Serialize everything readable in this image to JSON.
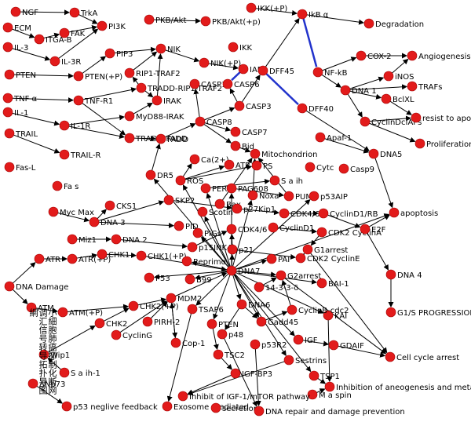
{
  "nodes": [
    {
      "id": "NGF",
      "label": "NGF"
    },
    {
      "id": "TrkA",
      "label": "TrkA"
    },
    {
      "id": "PI3K",
      "label": "PI3K"
    },
    {
      "id": "ECM",
      "label": "ECM"
    },
    {
      "id": "ITGAB",
      "label": "ITGA-B"
    },
    {
      "id": "FAK",
      "label": "FAK"
    },
    {
      "id": "IL3",
      "label": "IL-3"
    },
    {
      "id": "IL3R",
      "label": "IL-3R"
    },
    {
      "id": "PTEN1",
      "label": "PTEN"
    },
    {
      "id": "PTENP",
      "label": "PTEN(+P)"
    },
    {
      "id": "PKB",
      "label": "PKB/Akt"
    },
    {
      "id": "PKBP",
      "label": "PKB/Akt(+p)"
    },
    {
      "id": "PIP3",
      "label": "PIP3"
    },
    {
      "id": "NIK",
      "label": "NIK"
    },
    {
      "id": "NIKP",
      "label": "NIK(+P)"
    },
    {
      "id": "IKK",
      "label": "IKK"
    },
    {
      "id": "IKKP",
      "label": "IKK(+P)"
    },
    {
      "id": "IKBa",
      "label": "IkB α"
    },
    {
      "id": "Degr",
      "label": "Degradation"
    },
    {
      "id": "IAP",
      "label": "IAP"
    },
    {
      "id": "RIP1",
      "label": "RIP1-TRAF2"
    },
    {
      "id": "TRRT",
      "label": "TRADD-RIP1-TRAF2"
    },
    {
      "id": "CASP10",
      "label": "CASP10"
    },
    {
      "id": "CASP6",
      "label": "CASP6"
    },
    {
      "id": "DFF45",
      "label": "DFF45"
    },
    {
      "id": "NFkB",
      "label": "NF-kB"
    },
    {
      "id": "COX2",
      "label": "COX-2"
    },
    {
      "id": "Angio",
      "label": "Angiogenesis"
    },
    {
      "id": "iNOS",
      "label": "iNOS"
    },
    {
      "id": "DNA1",
      "label": "DNA 1"
    },
    {
      "id": "TRAFs",
      "label": "TRAFs"
    },
    {
      "id": "BclXL",
      "label": "BclXL"
    },
    {
      "id": "CycD",
      "label": "CyclinDcIAPs"
    },
    {
      "id": "Resist",
      "label": "resist to apoptosis"
    },
    {
      "id": "Prolif",
      "label": "Proliferation"
    },
    {
      "id": "TNFa",
      "label": "TNF α"
    },
    {
      "id": "TNFR1",
      "label": "TNF-R1"
    },
    {
      "id": "IRAK",
      "label": "IRAK"
    },
    {
      "id": "MyD88",
      "label": "MyD88-IRAK"
    },
    {
      "id": "IL1",
      "label": "IL-1"
    },
    {
      "id": "IL1R",
      "label": "IL-1R"
    },
    {
      "id": "CASP3",
      "label": "CASP3"
    },
    {
      "id": "DFF40",
      "label": "DFF40"
    },
    {
      "id": "TRAIL",
      "label": "TRAIL"
    },
    {
      "id": "TRAILR",
      "label": "TRAIL-R"
    },
    {
      "id": "TRADDF",
      "label": "TRADD-FADD"
    },
    {
      "id": "FADD",
      "label": "FADD"
    },
    {
      "id": "CASP8",
      "label": "CASP8"
    },
    {
      "id": "CASP7",
      "label": "CASP7"
    },
    {
      "id": "Bid",
      "label": "Bid"
    },
    {
      "id": "Mito",
      "label": "Mitochondrion"
    },
    {
      "id": "Apaf",
      "label": "Apaf-1"
    },
    {
      "id": "DNA5",
      "label": "DNA5"
    },
    {
      "id": "Cytc",
      "label": "Cytc"
    },
    {
      "id": "Casp9",
      "label": "Casp9"
    },
    {
      "id": "FasL",
      "label": "Fas-L"
    },
    {
      "id": "Fas",
      "label": "Fa s"
    },
    {
      "id": "DR5",
      "label": "DR5"
    },
    {
      "id": "ROS",
      "label": "ROS"
    },
    {
      "id": "Ca2",
      "label": "Ca(2+)"
    },
    {
      "id": "ATP",
      "label": "ATP"
    },
    {
      "id": "PS",
      "label": "PS"
    },
    {
      "id": "Saih",
      "label": "S a ih"
    },
    {
      "id": "PERP",
      "label": "PERP"
    },
    {
      "id": "PAG608",
      "label": "PAG608"
    },
    {
      "id": "Noxa",
      "label": "Noxa"
    },
    {
      "id": "PUMA",
      "label": "PUMA"
    },
    {
      "id": "p53AIP",
      "label": "p53AIP"
    },
    {
      "id": "SKP2",
      "label": "SKP2"
    },
    {
      "id": "Bax",
      "label": "Bax"
    },
    {
      "id": "Scotin",
      "label": "Scotin"
    },
    {
      "id": "p27",
      "label": "p27Kip1"
    },
    {
      "id": "CDK46a",
      "label": "CDK4/6"
    },
    {
      "id": "CycD1RB",
      "label": "CyclinD1/RB"
    },
    {
      "id": "apop",
      "label": "apoptosis"
    },
    {
      "id": "MycMax",
      "label": "Myc Max"
    },
    {
      "id": "CKS1",
      "label": "CKS1"
    },
    {
      "id": "DNA3",
      "label": "DNA 3"
    },
    {
      "id": "PID",
      "label": "PID"
    },
    {
      "id": "PIGs",
      "label": "PIGs"
    },
    {
      "id": "CDK46b",
      "label": "CDK4/6"
    },
    {
      "id": "CycD1",
      "label": "CyclinD1"
    },
    {
      "id": "CDK2CA",
      "label": "CDK2 CyclinA"
    },
    {
      "id": "E2F",
      "label": "E2F"
    },
    {
      "id": "Miz1",
      "label": "Miz1"
    },
    {
      "id": "DNA2",
      "label": "DNA 2"
    },
    {
      "id": "p15",
      "label": "p15INK4b"
    },
    {
      "id": "G1arr",
      "label": "G1arrest"
    },
    {
      "id": "ATR",
      "label": "ATR"
    },
    {
      "id": "ATRP",
      "label": "ATR(+P)"
    },
    {
      "id": "CHK1",
      "label": "CHK1"
    },
    {
      "id": "CHK1P",
      "label": "CHK1(+P)"
    },
    {
      "id": "p21",
      "label": "p21"
    },
    {
      "id": "CDK2CE",
      "label": "CDK2 CyclinE"
    },
    {
      "id": "Reprimo",
      "label": "Reprimo"
    },
    {
      "id": "DNA4",
      "label": "DNA 4"
    },
    {
      "id": "DNADam",
      "label": "DNA Damage"
    },
    {
      "id": "P53",
      "label": "P53"
    },
    {
      "id": "B99",
      "label": "B99"
    },
    {
      "id": "DNA7",
      "label": "DNA7"
    },
    {
      "id": "PAI",
      "label": "PAI"
    },
    {
      "id": "G2arr",
      "label": "G2arrest"
    },
    {
      "id": "BAI1",
      "label": "BAI-1"
    },
    {
      "id": "x1433",
      "label": "14-3-3-δ"
    },
    {
      "id": "G1S",
      "label": "G1/S PROGRESSION"
    },
    {
      "id": "ATM",
      "label": "ATM"
    },
    {
      "id": "ATMP",
      "label": "ATM(+P)"
    },
    {
      "id": "MDM2",
      "label": "MDM2"
    },
    {
      "id": "CHK2P",
      "label": "CHK2(+P)"
    },
    {
      "id": "TSAP6",
      "label": "TSAP6"
    },
    {
      "id": "DNA6",
      "label": "DNA6"
    },
    {
      "id": "KAI",
      "label": "KAI"
    },
    {
      "id": "CHK2",
      "label": "CHK2"
    },
    {
      "id": "PIRH2",
      "label": "PIRH-2"
    },
    {
      "id": "CycG",
      "label": "CyclinG"
    },
    {
      "id": "PTEN2",
      "label": "PTEN"
    },
    {
      "id": "Gadd45",
      "label": "Gadd45"
    },
    {
      "id": "CycBC",
      "label": "CyclinB-cdc2"
    },
    {
      "id": "p48",
      "label": "p48"
    },
    {
      "id": "IGF",
      "label": "IGF"
    },
    {
      "id": "GDAIF",
      "label": "GDAIF"
    },
    {
      "id": "CellArr",
      "label": "Cell cycle arrest"
    },
    {
      "id": "Wip1",
      "label": "Wip1"
    },
    {
      "id": "Saih1",
      "label": "S a ih-1"
    },
    {
      "id": "Cop1",
      "label": "Cop-1"
    },
    {
      "id": "TSC2",
      "label": "TSC2"
    },
    {
      "id": "p53R2",
      "label": "p53R2"
    },
    {
      "id": "Sestrins",
      "label": "Sestrins"
    },
    {
      "id": "Np73",
      "label": "ΔNp73"
    },
    {
      "id": "IGFBP3",
      "label": "IGF-BP3"
    },
    {
      "id": "TSP1",
      "label": "TSP1"
    },
    {
      "id": "Maspin",
      "label": "M a spin"
    },
    {
      "id": "p53neg",
      "label": "p53 neglive feedback"
    },
    {
      "id": "Exo",
      "label": "Exosome mediated"
    },
    {
      "id": "IGF1mTOR",
      "label": "Inhibit of IGF-1/mTOR pathway"
    },
    {
      "id": "Secr",
      "label": "secretion"
    },
    {
      "id": "DNArep",
      "label": "DNA repair and damage prevention"
    },
    {
      "id": "Inhib",
      "label": "Inhibition of aneogenesis and metastasis"
    }
  ],
  "edges": [
    [
      "NGF",
      "TrkA"
    ],
    [
      "TrkA",
      "PI3K"
    ],
    [
      "ECM",
      "ITGAB"
    ],
    [
      "ITGAB",
      "FAK"
    ],
    [
      "FAK",
      "PI3K"
    ],
    [
      "IL3",
      "IL3R"
    ],
    [
      "IL3R",
      "PI3K"
    ],
    [
      "PTEN1",
      "PTENP"
    ],
    [
      "PTENP",
      "PIP3"
    ],
    [
      "PKB",
      "PKBP"
    ],
    [
      "PIP3",
      "NIK"
    ],
    [
      "NIK",
      "NIKP"
    ],
    [
      "NIKP",
      "IAP"
    ],
    [
      "IKKP",
      "IKBa"
    ],
    [
      "IKBa",
      "Degr"
    ],
    [
      "RIP1",
      "NIK"
    ],
    [
      "TRRT",
      "RIP1"
    ],
    [
      "TRRT",
      "IRAK"
    ],
    [
      "IRAK",
      "NIK"
    ],
    [
      "MyD88",
      "IRAK"
    ],
    [
      "TNFa",
      "TNFR1"
    ],
    [
      "TNFR1",
      "TRRT"
    ],
    [
      "TNFR1",
      "TRADDF"
    ],
    [
      "IL1",
      "IL1R"
    ],
    [
      "IL1R",
      "MyD88"
    ],
    [
      "IL1R",
      "TRADDF"
    ],
    [
      "TRAIL",
      "TRAILR"
    ],
    [
      "TRADDF",
      "FADD"
    ],
    [
      "FADD",
      "CASP8"
    ],
    [
      "CASP8",
      "CASP10"
    ],
    [
      "CASP8",
      "CASP7"
    ],
    [
      "CASP8",
      "CASP3"
    ],
    [
      "CASP8",
      "Bid"
    ],
    [
      "Bid",
      "Mito"
    ],
    [
      "CASP3",
      "DFF45"
    ],
    [
      "CASP3",
      "CASP6"
    ],
    [
      "DFF45",
      "IKBa"
    ],
    [
      "NFkB",
      "COX2"
    ],
    [
      "COX2",
      "Angio"
    ],
    [
      "NFkB",
      "DNA1"
    ],
    [
      "DNA1",
      "iNOS"
    ],
    [
      "DNA1",
      "TRAFs"
    ],
    [
      "DNA1",
      "BclXL"
    ],
    [
      "DNA1",
      "CycD"
    ],
    [
      "iNOS",
      "Angio"
    ],
    [
      "CycD",
      "Resist"
    ],
    [
      "CycD",
      "Prolif"
    ],
    [
      "BclXL",
      "Resist"
    ],
    [
      "DFF40",
      "DNA5"
    ],
    [
      "Apaf",
      "DNA5"
    ],
    [
      "DNA5",
      "apop"
    ],
    [
      "DR5",
      "FADD"
    ],
    [
      "ROS",
      "Ca2"
    ],
    [
      "ROS",
      "ATP"
    ],
    [
      "ROS",
      "PS"
    ],
    [
      "PERP",
      "Saih"
    ],
    [
      "PAG608",
      "PUMA"
    ],
    [
      "PUMA",
      "Mito"
    ],
    [
      "Noxa",
      "Mito"
    ],
    [
      "Bax",
      "Mito"
    ],
    [
      "SKP2",
      "p27"
    ],
    [
      "p27",
      "CDK46a"
    ],
    [
      "CDK46a",
      "CycD1RB"
    ],
    [
      "CycD1RB",
      "E2F"
    ],
    [
      "E2F",
      "apop"
    ],
    [
      "E2F",
      "DNA4"
    ],
    [
      "DNA4",
      "G1S"
    ],
    [
      "MycMax",
      "DNA3"
    ],
    [
      "DNA3",
      "CKS1"
    ],
    [
      "DNA3",
      "SKP2"
    ],
    [
      "DNA3",
      "PID"
    ],
    [
      "Miz1",
      "DNA2"
    ],
    [
      "DNA2",
      "p15"
    ],
    [
      "p15",
      "CDK46b"
    ],
    [
      "CycD1",
      "CDK2CA"
    ],
    [
      "CDK2CA",
      "G1arr"
    ],
    [
      "p21",
      "CDK2CE"
    ],
    [
      "p21",
      "CDK46b"
    ],
    [
      "CDK2CE",
      "G1arr"
    ],
    [
      "G1arr",
      "CellArr"
    ],
    [
      "ATR",
      "ATRP"
    ],
    [
      "ATRP",
      "CHK1"
    ],
    [
      "CHK1",
      "CHK1P"
    ],
    [
      "CHK1P",
      "DNA7"
    ],
    [
      "DNADam",
      "ATR"
    ],
    [
      "DNADam",
      "ATM"
    ],
    [
      "ATM",
      "ATMP"
    ],
    [
      "ATMP",
      "CHK2P"
    ],
    [
      "CHK2",
      "CHK2P"
    ],
    [
      "CHK2P",
      "MDM2"
    ],
    [
      "MDM2",
      "DNA7"
    ],
    [
      "PIRH2",
      "MDM2"
    ],
    [
      "CycG",
      "MDM2"
    ],
    [
      "Wip1",
      "CHK2"
    ],
    [
      "Saih1",
      "Wip1"
    ],
    [
      "Np73",
      "p53neg"
    ],
    [
      "DNA7",
      "P53"
    ],
    [
      "DNA7",
      "B99"
    ],
    [
      "DNA7",
      "Reprimo"
    ],
    [
      "DNA7",
      "p21"
    ],
    [
      "DNA7",
      "PAI"
    ],
    [
      "DNA7",
      "G2arr"
    ],
    [
      "DNA7",
      "BAI1"
    ],
    [
      "DNA7",
      "TSAP6"
    ],
    [
      "DNA7",
      "DNA6"
    ],
    [
      "DNA7",
      "PTEN2"
    ],
    [
      "DNA7",
      "Gadd45"
    ],
    [
      "DNA7",
      "KAI"
    ],
    [
      "DNA7",
      "DR5"
    ],
    [
      "DNA7",
      "ROS"
    ],
    [
      "DNA7",
      "PERP"
    ],
    [
      "DNA7",
      "PAG608"
    ],
    [
      "DNA7",
      "Scotin"
    ],
    [
      "DNA7",
      "PIGs"
    ],
    [
      "DNA7",
      "Noxa"
    ],
    [
      "DNA7",
      "p53AIP"
    ],
    [
      "DNA7",
      "IGF"
    ],
    [
      "DNA7",
      "Sestrins"
    ],
    [
      "DNA7",
      "TSP1"
    ],
    [
      "DNA7",
      "apop"
    ],
    [
      "x1433",
      "G2arr"
    ],
    [
      "Gadd45",
      "CycBC"
    ],
    [
      "CycBC",
      "G2arr"
    ],
    [
      "G2arr",
      "CellArr"
    ],
    [
      "KAI",
      "Inhib"
    ],
    [
      "GDAIF",
      "CellArr"
    ],
    [
      "IGF",
      "GDAIF"
    ],
    [
      "TSAP6",
      "Exo"
    ],
    [
      "Cop1",
      "MDM2"
    ],
    [
      "PTEN2",
      "TSC2"
    ],
    [
      "TSC2",
      "IGFBP3"
    ],
    [
      "IGFBP3",
      "IGF1mTOR"
    ],
    [
      "p53R2",
      "DNArep"
    ],
    [
      "p48",
      "DNArep"
    ],
    [
      "Sestrins",
      "IGF1mTOR"
    ],
    [
      "TSP1",
      "Inhib"
    ],
    [
      "Maspin",
      "Inhib"
    ],
    [
      "MDM2",
      "Cop1"
    ],
    [
      "DNA6",
      "Gadd45"
    ],
    [
      "DNA6",
      "p48"
    ]
  ],
  "blue_edges": [
    [
      "IKBa",
      "NFkB"
    ],
    [
      "DFF45",
      "DFF40"
    ],
    [
      "IAP",
      "CASP6"
    ]
  ],
  "side_text": "小細胞肺癌抑制化断网调汇信号转导拓扑导图網"
}
